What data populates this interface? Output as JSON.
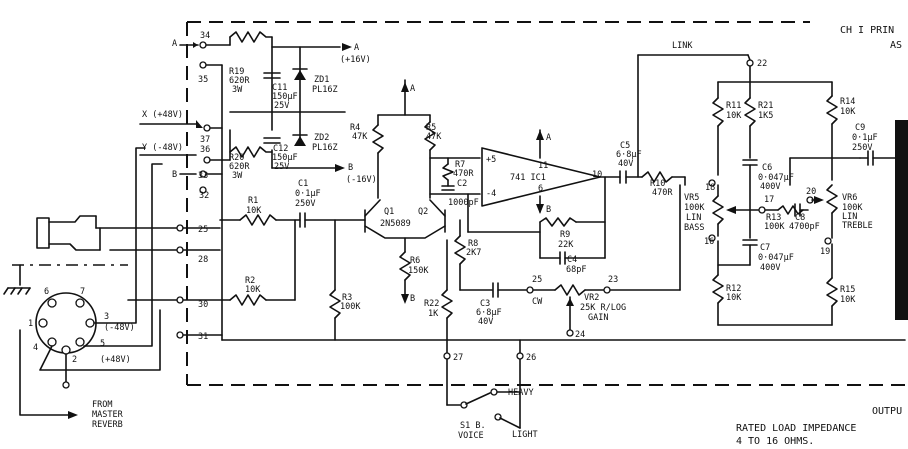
{
  "header": {
    "line1": "CH I PRIN",
    "line2": "AS"
  },
  "rails": {
    "a_plus16": "A",
    "a_plus16_value": "(+16V)",
    "b_minus16": "B",
    "b_minus16_value": "(-16V)",
    "link": "LINK",
    "x_input": "X (+48V)",
    "y_input": "Y (-48V)",
    "a_tag": "A",
    "b_tag": "B"
  },
  "pins": [
    "34",
    "35",
    "37",
    "36",
    "33",
    "32",
    "25",
    "28",
    "30",
    "31",
    "27",
    "26",
    "22",
    "18",
    "17",
    "16",
    "20",
    "19",
    "23",
    "25",
    "24",
    "10"
  ],
  "components": {
    "r19": [
      "R19",
      "620R",
      "3W"
    ],
    "r20": [
      "R20",
      "620R",
      "3W"
    ],
    "c11": [
      "C11",
      "150μF",
      "25V"
    ],
    "c12": [
      "C12",
      "150μF",
      "25V"
    ],
    "zd1": [
      "ZD1",
      "PL16Z"
    ],
    "zd2": [
      "ZD2",
      "PL16Z"
    ],
    "r1": [
      "R1",
      "10K"
    ],
    "r2": [
      "R2",
      "10K"
    ],
    "r3": [
      "R3",
      "100K"
    ],
    "c1": [
      "C1",
      "0·1μF",
      "250V"
    ],
    "r4": [
      "R4",
      "47K"
    ],
    "r5": [
      "R5",
      "47K"
    ],
    "r6": [
      "R6",
      "150K"
    ],
    "r7": [
      "R7",
      "470R"
    ],
    "c2": [
      "C2",
      "1000pF"
    ],
    "q": [
      "Q1",
      "Q2",
      "2N5089"
    ],
    "ic1": [
      "741 IC1"
    ],
    "r8": [
      "R8",
      "2K7"
    ],
    "r9": [
      "R9",
      "22K"
    ],
    "c4": [
      "C4",
      "68pF"
    ],
    "c3": [
      "C3",
      "6·8μF",
      "40V"
    ],
    "vr2": [
      "VR2",
      "25K R/LOG",
      "GAIN"
    ],
    "c5": [
      "C5",
      "6·8μF",
      "40V"
    ],
    "r10": [
      "R10",
      "470R"
    ],
    "r22": [
      "R22",
      "1K"
    ],
    "r11": [
      "R11",
      "10K"
    ],
    "r21": [
      "R21",
      "1K5"
    ],
    "c6": [
      "C6",
      "0·047μF",
      "400V"
    ],
    "c7": [
      "C7",
      "0·047μF",
      "400V"
    ],
    "vr5": [
      "VR5",
      "100K",
      "LIN",
      "BASS"
    ],
    "r13": [
      "R13",
      "100K"
    ],
    "c8": [
      "C8",
      "4700pF"
    ],
    "vr6": [
      "VR6",
      "100K",
      "LIN",
      "TREBLE"
    ],
    "r12": [
      "R12",
      "10K"
    ],
    "r14": [
      "R14",
      "10K"
    ],
    "r15": [
      "R15",
      "10K"
    ],
    "c9": [
      "C9",
      "0·1μF",
      "250V"
    ]
  },
  "connector": {
    "pins": [
      "6",
      "7",
      "3",
      "1",
      "5",
      "4",
      "2"
    ],
    "v48p": "(+48V)",
    "v48n": "(-48V)",
    "from_label": [
      "FROM",
      "MASTER",
      "REVERB"
    ]
  },
  "switch_s1": {
    "name": [
      "S1 B.",
      "VOICE"
    ],
    "heavy": "HEAVY",
    "light": "LIGHT"
  },
  "opamp": {
    "plus": "+5",
    "minus": "-4",
    "pin11": "11",
    "pin6": "6"
  },
  "misc": {
    "cw": "CW"
  },
  "footer": {
    "output": "OUTPU",
    "rated": "RATED LOAD IMPEDANCE",
    "ohms": "4 TO 16 OHMS."
  }
}
